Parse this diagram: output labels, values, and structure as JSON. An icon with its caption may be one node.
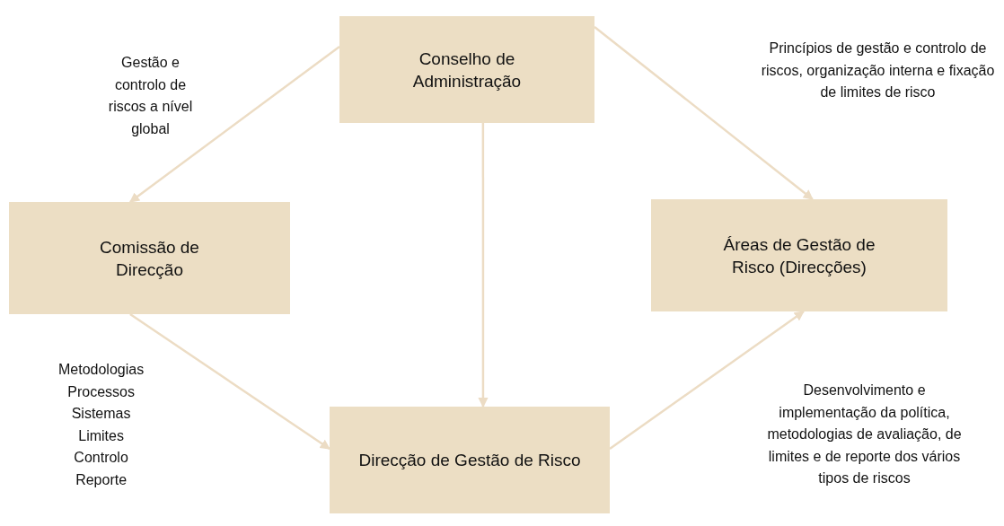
{
  "diagram": {
    "nodes": [
      {
        "text": [
          "Conselho de Administração"
        ]
      },
      {
        "text": [
          "Comissão de Direcção"
        ]
      },
      {
        "text": [
          "Áreas de Gestão de Risco (Direcções)"
        ]
      },
      {
        "text": [
          "Direcção de Gestão de Risco"
        ]
      }
    ],
    "edges": [
      {
        "from": 0,
        "to": 1,
        "arrow": "to",
        "label": "Gestão e controlo de riscos a nível global"
      },
      {
        "from": 0,
        "to": 2,
        "arrow": "to",
        "label": "Princípios de gestão e controlo de riscos, organização interna e fixação de limites de risco"
      },
      {
        "from": 0,
        "to": 3,
        "arrow": "to"
      },
      {
        "from": 1,
        "to": 3,
        "arrow": "to",
        "label": "Metodologias Processos Sistemas Limites Controlo Reporte"
      },
      {
        "from": 3,
        "to": 2,
        "arrow": "to",
        "label": "Desenvolvimento e implementação da política, metodologias de avaliação, de limites e de reporte dos vários tipos de riscos"
      }
    ]
  }
}
